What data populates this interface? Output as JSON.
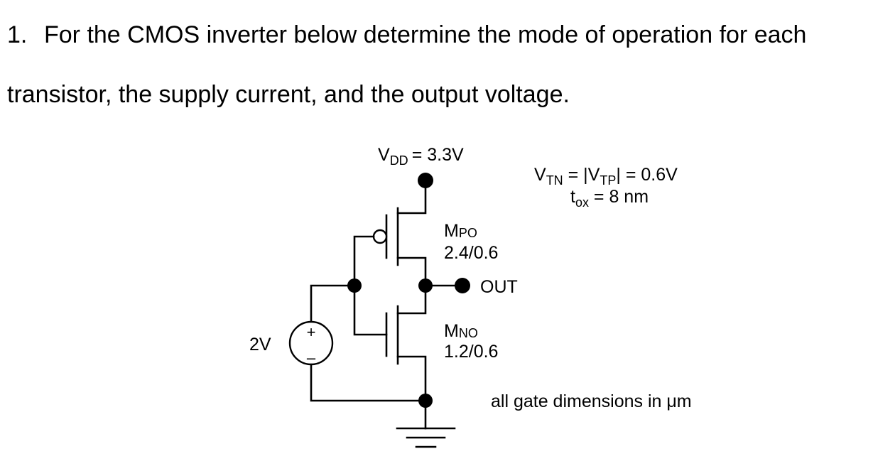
{
  "question": {
    "number": "1.",
    "line1": "For the CMOS inverter below determine the mode of operation for each",
    "line2": "transistor, the supply current, and the output voltage."
  },
  "circuit": {
    "type": "CMOS inverter",
    "supply": {
      "symbol": "V",
      "subscript": "DD",
      "value_text": "= 3.3V"
    },
    "parameters": {
      "vtn_symbol": "V",
      "vtn_sub": "TN",
      "eq1": " = |",
      "vtp_symbol": "V",
      "vtp_sub": "TP",
      "eq2": "| = 0.6V",
      "tox_symbol": "t",
      "tox_sub": "ox",
      "tox_value": " = 8 nm"
    },
    "pmos": {
      "name": "M",
      "name_sub": "PO",
      "dimensions": "2.4/0.6"
    },
    "nmos": {
      "name": "M",
      "name_sub": "NO",
      "dimensions": "1.2/0.6"
    },
    "input_source": {
      "label": "2V",
      "plus": "+",
      "minus": "–"
    },
    "output_label": "OUT",
    "note": "all gate dimensions in μm"
  }
}
